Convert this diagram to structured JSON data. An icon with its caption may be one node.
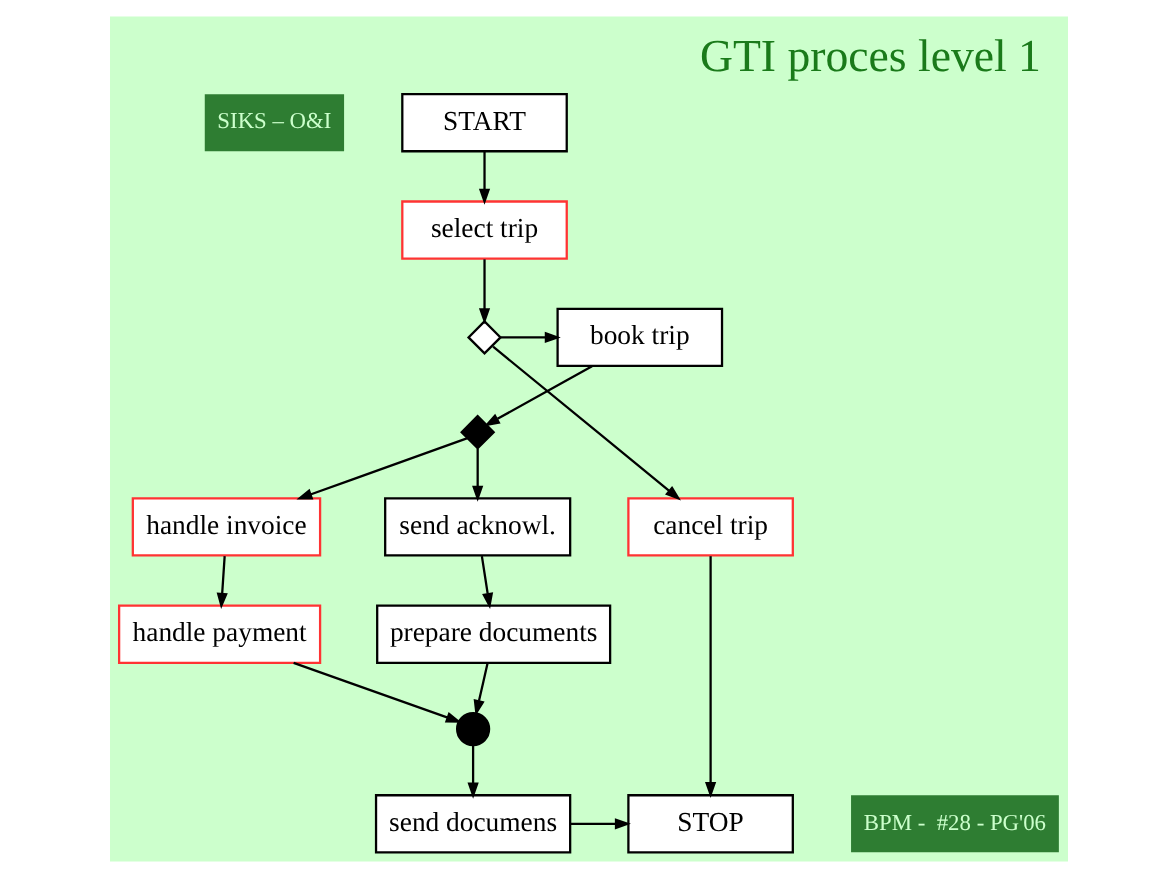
{
  "diagram": {
    "title": "GTI proces level 1",
    "nodes": [
      {
        "text": [
          "START"
        ]
      },
      {
        "text": [
          "select trip"
        ]
      },
      {
        "text": [],
        "shape": "diamond"
      },
      {
        "text": [
          "book trip"
        ]
      },
      {
        "text": [],
        "shape": "diamond"
      },
      {
        "text": [
          "cancel trip"
        ]
      },
      {
        "text": [
          "send acknowl."
        ]
      },
      {
        "text": [
          "handle invoice"
        ]
      },
      {
        "text": [
          "prepare documents"
        ]
      },
      {
        "text": [
          "handle payment"
        ]
      },
      {
        "text": [],
        "shape": "circle"
      },
      {
        "text": [
          "STOP"
        ]
      },
      {
        "text": [
          "send documens"
        ]
      }
    ],
    "edges": [
      {
        "from": 0,
        "to": 1,
        "arrow": "to"
      },
      {
        "from": 1,
        "to": 2,
        "arrow": "to"
      },
      {
        "from": 2,
        "to": 3,
        "arrow": "to"
      },
      {
        "from": 2,
        "to": 5,
        "arrow": "to"
      },
      {
        "from": 3,
        "to": 4,
        "arrow": "to"
      },
      {
        "from": 4,
        "to": 6,
        "arrow": "to"
      },
      {
        "from": 4,
        "to": 7,
        "arrow": "to"
      },
      {
        "from": 6,
        "to": 8,
        "arrow": "to"
      },
      {
        "from": 7,
        "to": 9,
        "arrow": "to"
      },
      {
        "from": 8,
        "to": 10,
        "arrow": "to"
      },
      {
        "from": 9,
        "to": 10,
        "arrow": "to"
      },
      {
        "from": 10,
        "to": 12,
        "arrow": "to"
      },
      {
        "from": 12,
        "to": 11,
        "arrow": "to"
      },
      {
        "from": 5,
        "to": 11,
        "arrow": "to"
      }
    ],
    "labels": [
      "SIKS – O&I",
      "BPM -  #28 - PG'06"
    ]
  }
}
